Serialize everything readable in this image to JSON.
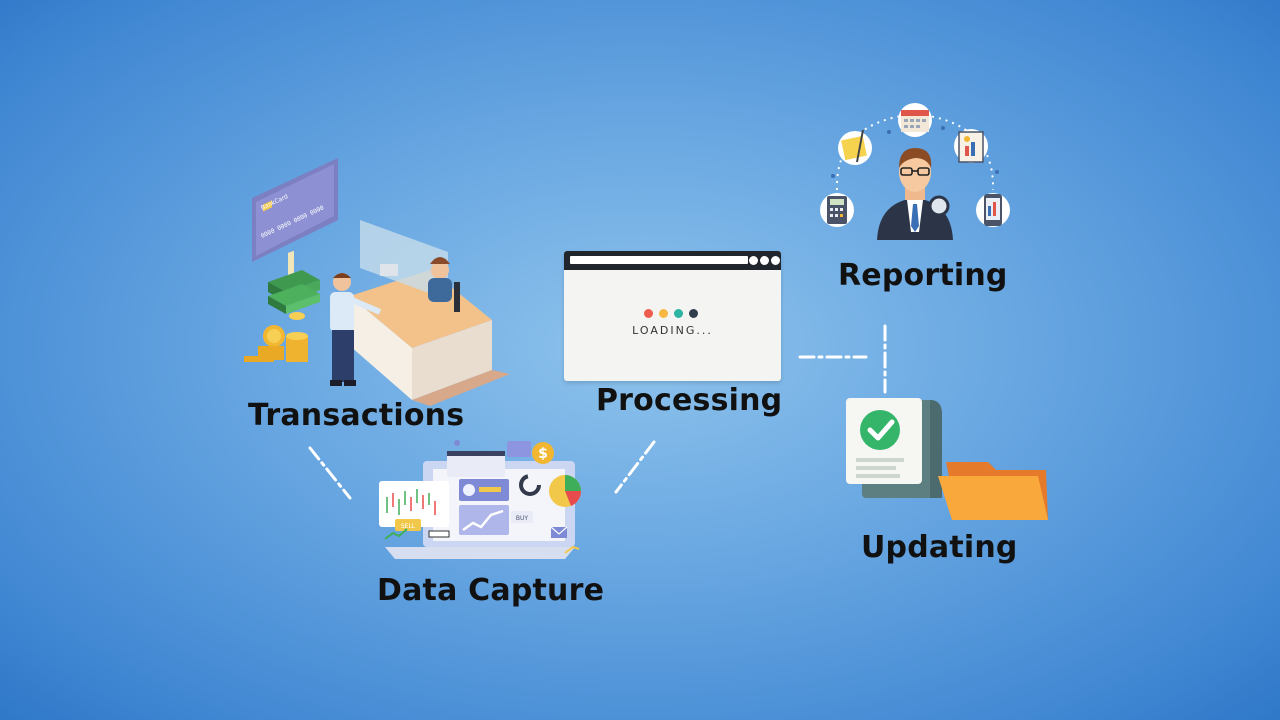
{
  "nodes": {
    "transactions": "Transactions",
    "data_capture": "Data Capture",
    "processing": "Processing",
    "reporting": "Reporting",
    "updating": "Updating"
  },
  "loading_window": {
    "text": "LOADING...",
    "dot_colors": [
      "#ef5b4e",
      "#f7b843",
      "#2bb3a4",
      "#2f3d4c"
    ]
  },
  "illustration_text": {
    "bank_card_brand": "BankCard",
    "bank_card_number": "0000 0000 0000 0000",
    "sell_tag": "SELL",
    "buy_tag": "BUY",
    "dollar_sign": "$"
  },
  "colors": {
    "background_center": "#8ec3ec",
    "background_edge": "#2f78c8",
    "label_text": "#111111",
    "connector": "#ffffff",
    "folder": "#f9a83c",
    "checkmark": "#35b56a"
  }
}
